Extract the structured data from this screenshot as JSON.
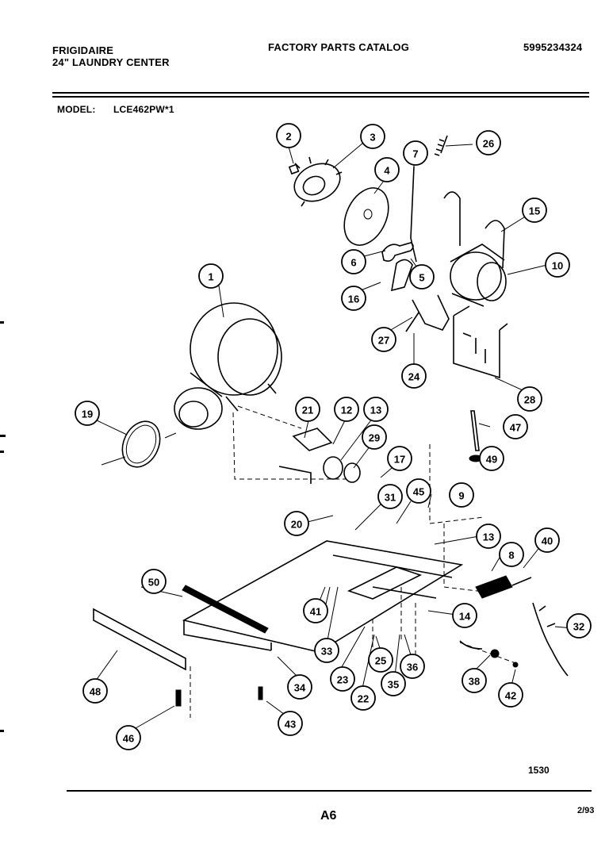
{
  "header": {
    "brand": "FRIGIDAIRE",
    "subtitle": "24\" LAUNDRY CENTER",
    "catalog_title": "FACTORY PARTS CATALOG",
    "catalog_number": "5995234324",
    "model_label": "MODEL:",
    "model_value": "LCE462PW*1"
  },
  "callouts": [
    "1",
    "2",
    "3",
    "4",
    "5",
    "6",
    "7",
    "8",
    "9",
    "10",
    "12",
    "13",
    "13",
    "14",
    "15",
    "16",
    "17",
    "19",
    "20",
    "21",
    "22",
    "23",
    "24",
    "25",
    "26",
    "27",
    "28",
    "29",
    "31",
    "32",
    "33",
    "34",
    "35",
    "36",
    "38",
    "40",
    "41",
    "42",
    "43",
    "45",
    "46",
    "47",
    "48",
    "49",
    "50"
  ],
  "footer": {
    "drawing_code": "1530",
    "page": "A6",
    "date": "2/93"
  }
}
